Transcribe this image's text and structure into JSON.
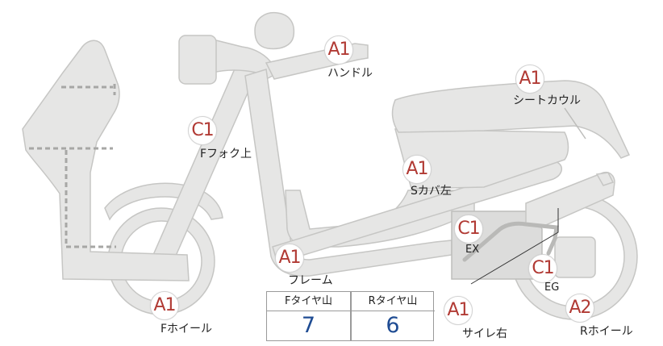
{
  "callouts": {
    "handle": {
      "grade": "A1",
      "label": "ハンドル"
    },
    "seat_cowl": {
      "grade": "A1",
      "label": "シートカウル"
    },
    "front_fork_upper": {
      "grade": "C1",
      "label": "Fフォク上"
    },
    "side_cover_left": {
      "grade": "A1",
      "label": "Sカバ左"
    },
    "exhaust": {
      "grade": "C1",
      "label": "EX"
    },
    "frame": {
      "grade": "A1",
      "label": "フレーム"
    },
    "engine": {
      "grade": "C1",
      "label": "EG"
    },
    "front_wheel": {
      "grade": "A1",
      "label": "Fホイール"
    },
    "muffler_right": {
      "grade": "A1",
      "label": "サイレ右"
    },
    "rear_wheel": {
      "grade": "A2",
      "label": "Rホイール"
    }
  },
  "tread_table": {
    "front_header": "Fタイヤ山",
    "rear_header": "Rタイヤ山",
    "front_value": "7",
    "rear_value": "6"
  },
  "colors": {
    "part_fill": "#e6e6e5",
    "part_outline": "#c6c6c4",
    "grade_text": "#b13a34",
    "table_value": "#1f4c93"
  }
}
